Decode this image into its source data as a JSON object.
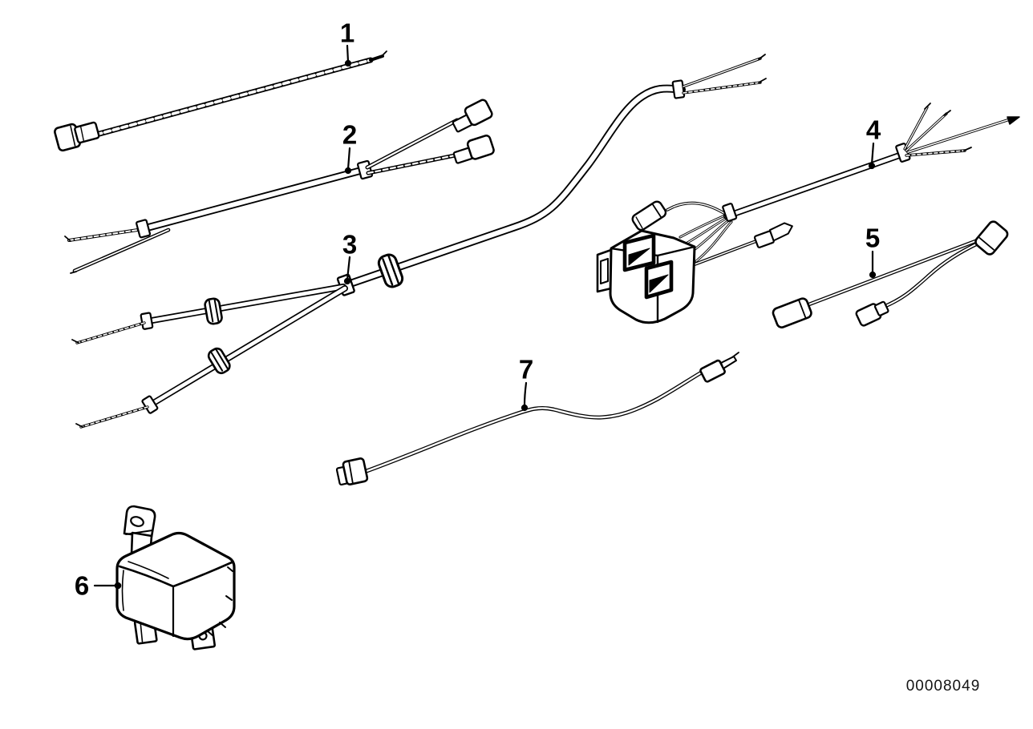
{
  "page": {
    "background": "#ffffff",
    "line_color": "#000000"
  },
  "diagram": {
    "callouts": [
      {
        "label": "1"
      },
      {
        "label": "2"
      },
      {
        "label": "3"
      },
      {
        "label": "4"
      },
      {
        "label": "5"
      },
      {
        "label": "6"
      },
      {
        "label": "7"
      }
    ],
    "image_number": "00008049"
  }
}
